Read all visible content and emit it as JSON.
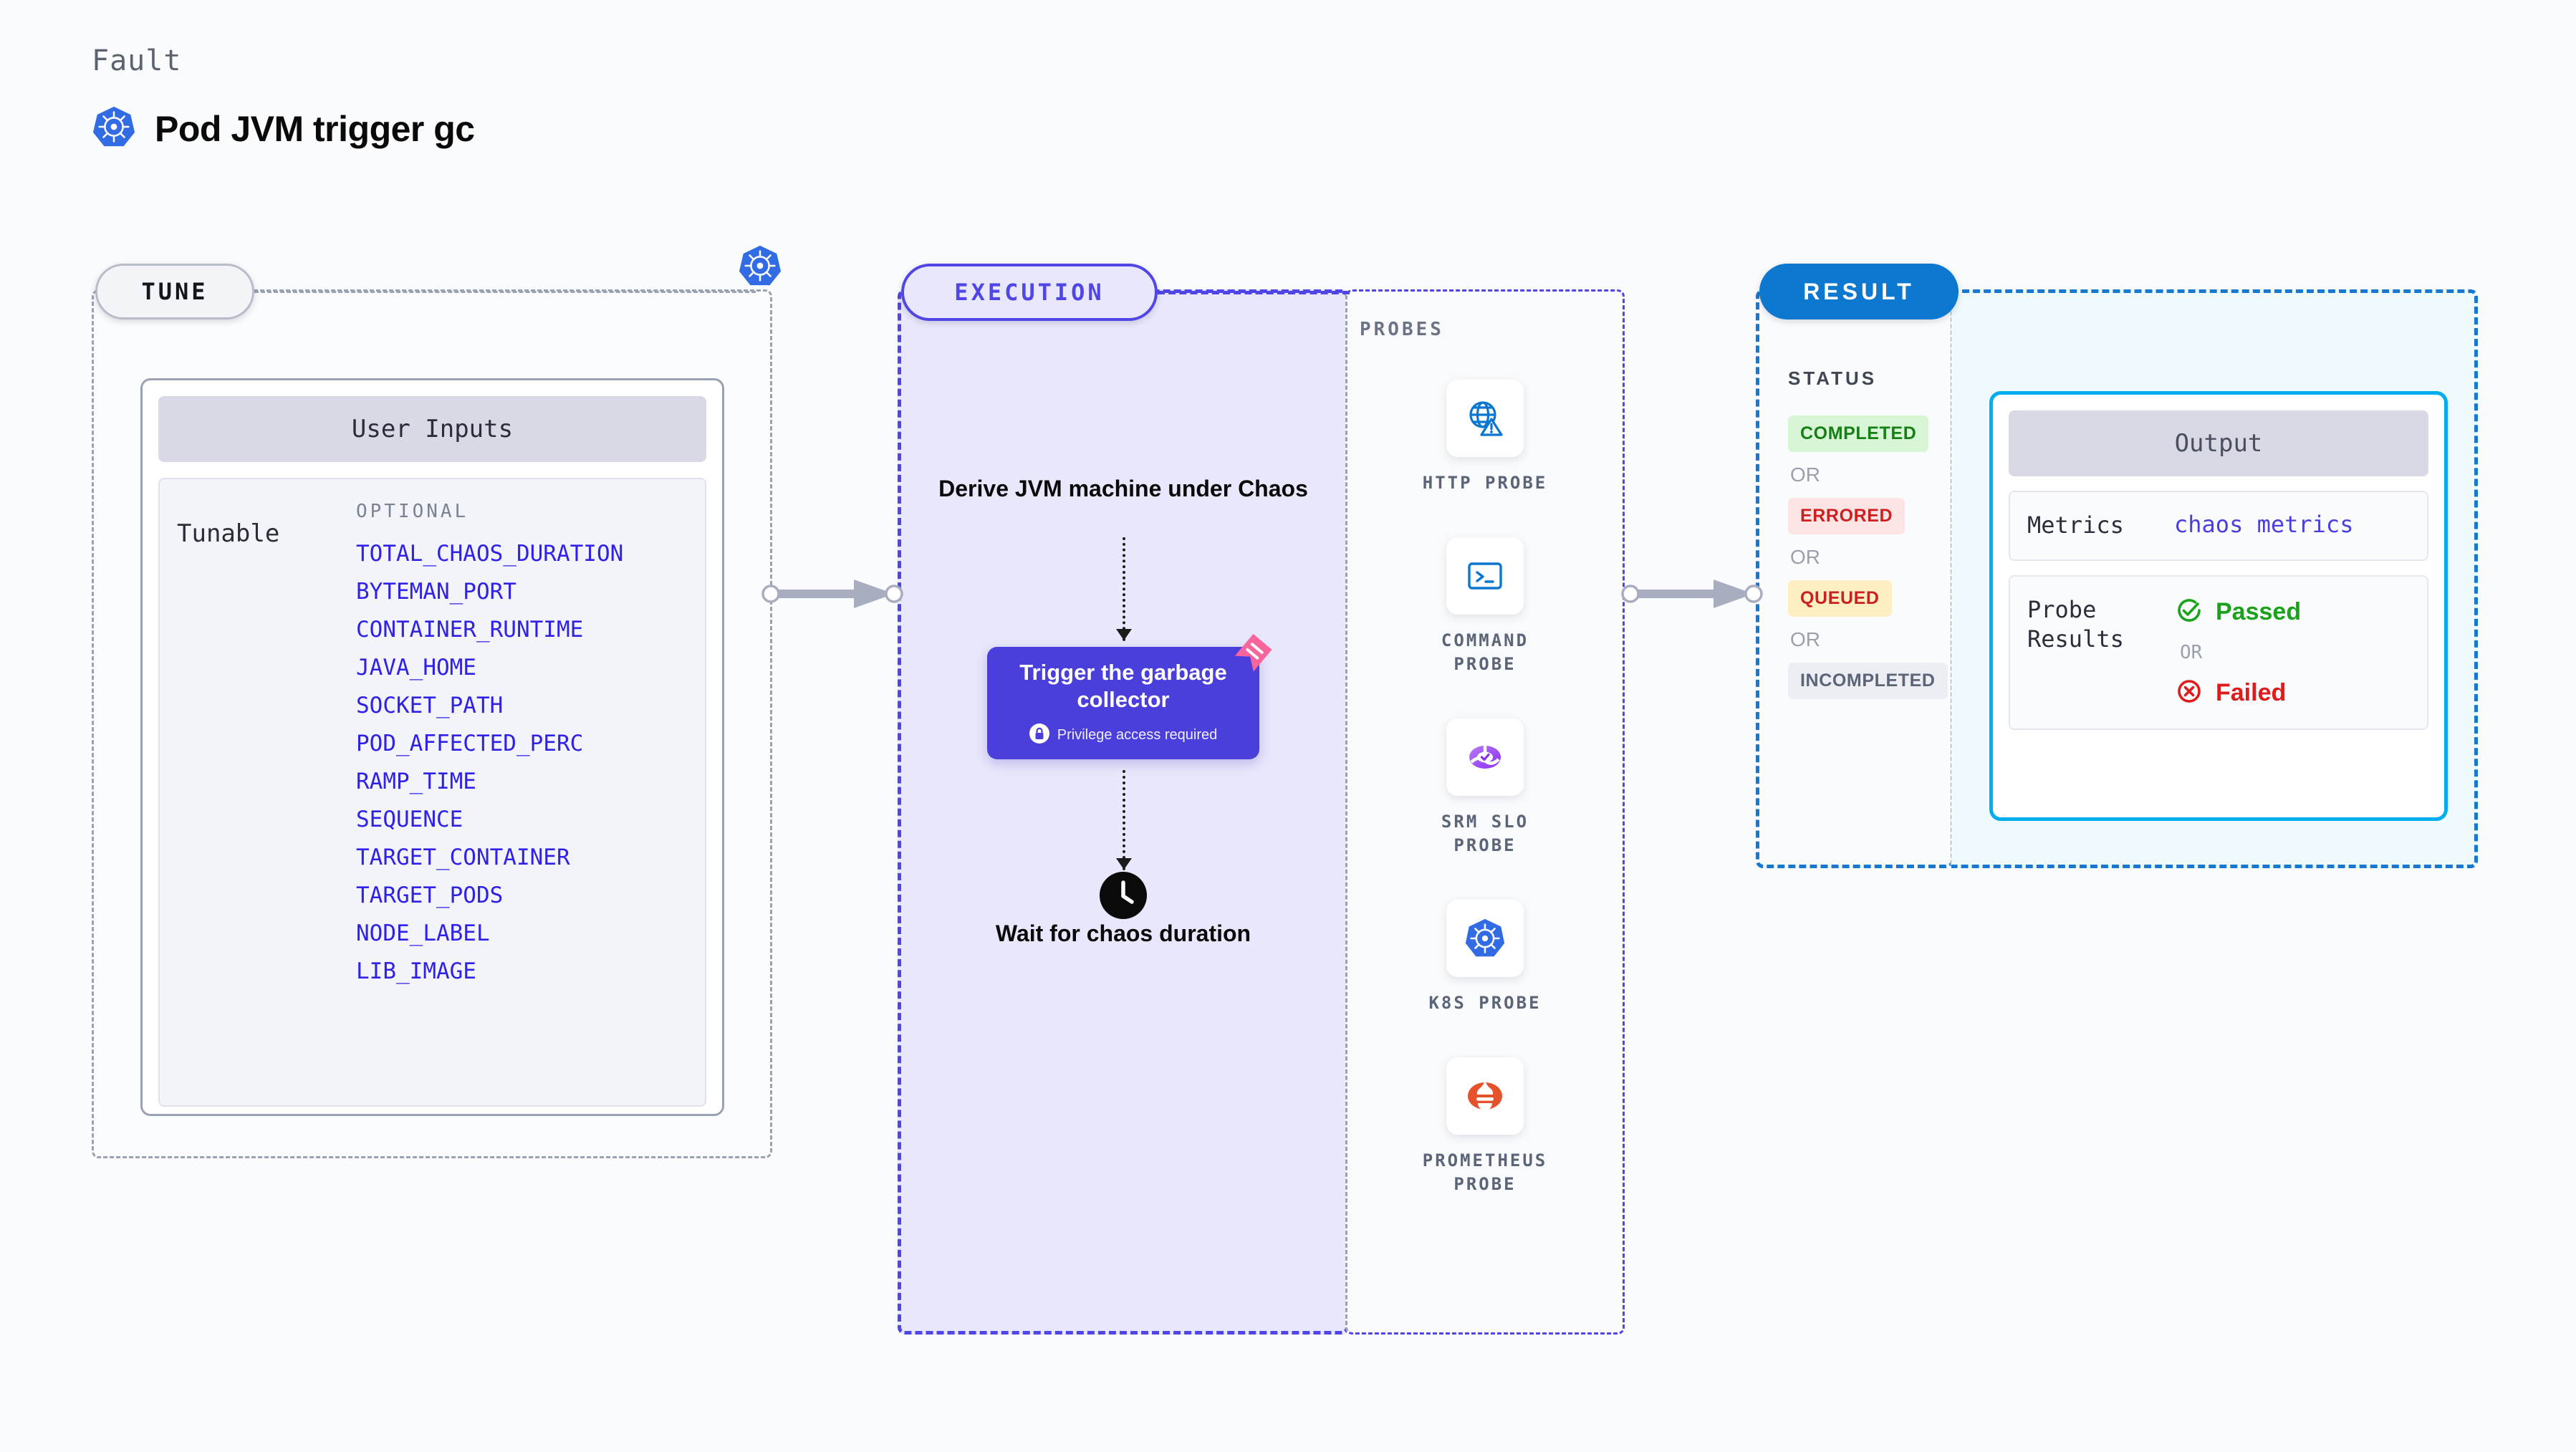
{
  "header": {
    "eyebrow": "Fault",
    "title": "Pod JVM trigger gc",
    "icon": "kubernetes-icon"
  },
  "stages": {
    "tune": {
      "pill_label": "TUNE",
      "badge_icon": "kubernetes-icon"
    },
    "execution": {
      "pill_label": "EXECUTION"
    },
    "result": {
      "pill_label": "RESULT"
    }
  },
  "tune": {
    "card_title": "User Inputs",
    "row_label": "Tunable",
    "optional_label": "OPTIONAL",
    "params": [
      "TOTAL_CHAOS_DURATION",
      "BYTEMAN_PORT",
      "CONTAINER_RUNTIME",
      "JAVA_HOME",
      "SOCKET_PATH",
      "POD_AFFECTED_PERC",
      "RAMP_TIME",
      "SEQUENCE",
      "TARGET_CONTAINER",
      "TARGET_PODS",
      "NODE_LABEL",
      "LIB_IMAGE"
    ]
  },
  "execution": {
    "step_1": "Derive JVM machine under Chaos",
    "action_box": {
      "title": "Trigger the garbage collector",
      "privilege_note": "Privilege access required",
      "privilege_icon": "lock-icon",
      "ribbon_icon": "ribbon-badge-icon"
    },
    "step_2": "Wait for chaos duration",
    "step_2_icon": "clock-icon"
  },
  "probes": {
    "title": "PROBES",
    "items": [
      {
        "label": "HTTP PROBE",
        "icon": "globe-warning-icon"
      },
      {
        "label": "COMMAND PROBE",
        "icon": "terminal-icon"
      },
      {
        "label": "SRM SLO PROBE",
        "icon": "srm-slo-icon"
      },
      {
        "label": "K8S PROBE",
        "icon": "kubernetes-icon"
      },
      {
        "label": "PROMETHEUS PROBE",
        "icon": "prometheus-icon"
      }
    ]
  },
  "result": {
    "status_title": "STATUS",
    "or_label": "OR",
    "statuses": [
      {
        "label": "COMPLETED",
        "bg": "#d8f5d5",
        "fg": "#158015"
      },
      {
        "label": "ERRORED",
        "bg": "#fde4e4",
        "fg": "#cc1f1f"
      },
      {
        "label": "QUEUED",
        "bg": "#fdefc2",
        "fg": "#cc1f1f"
      },
      {
        "label": "INCOMPLETED",
        "bg": "#eceef4",
        "fg": "#5c6477"
      }
    ],
    "output": {
      "title": "Output",
      "metrics_key": "Metrics",
      "metrics_value": "chaos metrics",
      "probe_results_key": "Probe Results",
      "passed_label": "Passed",
      "passed_icon": "check-circle-icon",
      "failed_label": "Failed",
      "failed_icon": "x-circle-icon",
      "or_label": "OR"
    }
  },
  "colors": {
    "indigo": "#4f46e5",
    "action_box": "#4a3fdb",
    "param_blue": "#3021e8",
    "result_blue": "#0d78d0",
    "cyan": "#00aeef",
    "k8s_blue": "#326ce5",
    "ribbon_pink": "#f8659c"
  }
}
